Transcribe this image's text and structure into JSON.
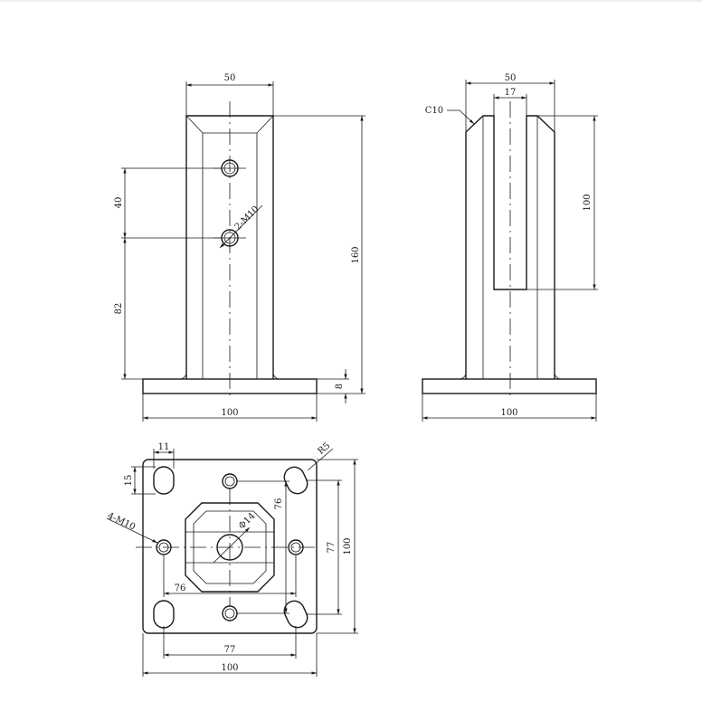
{
  "front_view": {
    "width_dim": "50",
    "spacing_dim": "40",
    "lower_dim": "82",
    "height_dim": "160",
    "thickness_dim": "8",
    "base_dim": "100",
    "hole_label": "2-M10"
  },
  "side_view": {
    "width_dim": "50",
    "slot_dim": "17",
    "chamfer_label": "C10",
    "slot_depth_dim": "100",
    "base_dim": "100"
  },
  "plan_view": {
    "slot_w_dim": "11",
    "slot_h_dim": "15",
    "radius_label": "R5",
    "hole_label": "4-M10",
    "center_hole_label": "Φ14",
    "inner_v_dim": "76",
    "inner_h_dim": "76",
    "hole_v_dim": "77",
    "outer_v_dim": "100",
    "hole_h_dim": "77",
    "outer_h_dim": "100"
  }
}
